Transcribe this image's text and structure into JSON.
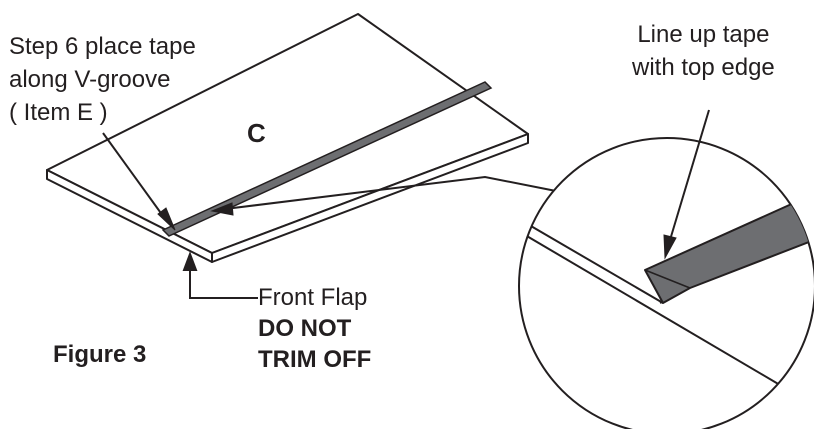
{
  "figure": {
    "title": "Figure 3",
    "panel_letter": "C",
    "step_label": [
      "Step 6 place tape",
      "along V-groove",
      "( Item E )"
    ],
    "lineup_label": [
      "Line up tape",
      "with top edge"
    ],
    "flap_label": {
      "line1": "Front Flap",
      "warning1": "DO NOT",
      "warning2": "TRIM OFF"
    }
  },
  "colors": {
    "line": "#231f20",
    "tape": "#6d6e71",
    "background": "#ffffff"
  }
}
